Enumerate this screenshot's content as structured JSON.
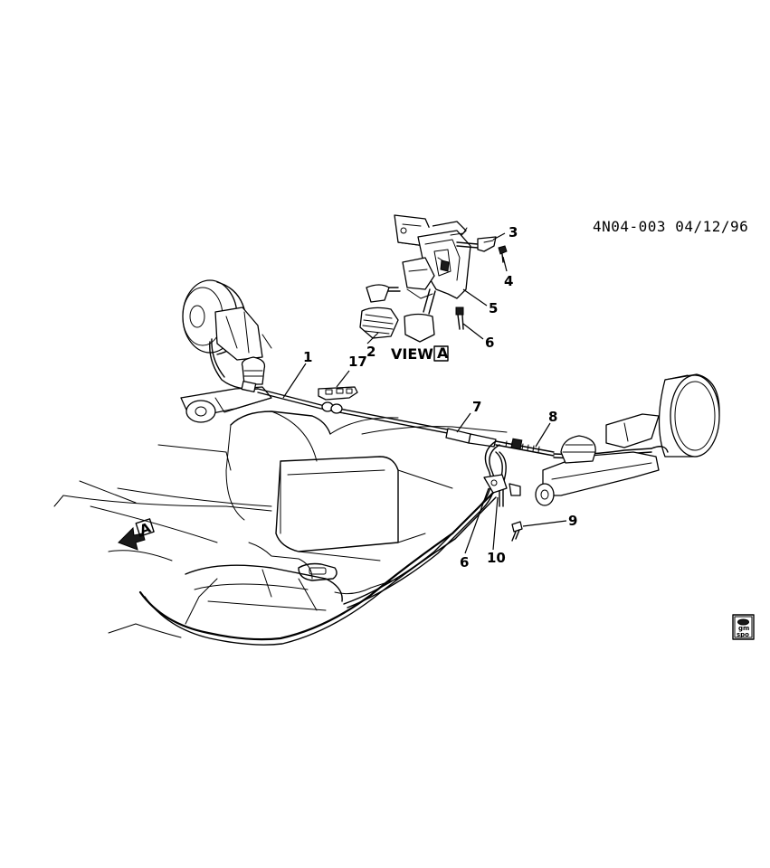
{
  "reference": "4N04-003 04/12/96",
  "view_label": "VIEW",
  "view_box_letter": "A",
  "direction_box_letter": "A",
  "callouts": [
    {
      "id": "callout-1",
      "text": "1"
    },
    {
      "id": "callout-2",
      "text": "2"
    },
    {
      "id": "callout-3",
      "text": "3"
    },
    {
      "id": "callout-4",
      "text": "4"
    },
    {
      "id": "callout-5",
      "text": "5"
    },
    {
      "id": "callout-6-view",
      "text": "6"
    },
    {
      "id": "callout-6",
      "text": "6"
    },
    {
      "id": "callout-7",
      "text": "7"
    },
    {
      "id": "callout-8",
      "text": "8"
    },
    {
      "id": "callout-9",
      "text": "9"
    },
    {
      "id": "callout-10",
      "text": "10"
    },
    {
      "id": "callout-17",
      "text": "17"
    }
  ],
  "badge": {
    "line1": "gm",
    "line2": "spo"
  }
}
